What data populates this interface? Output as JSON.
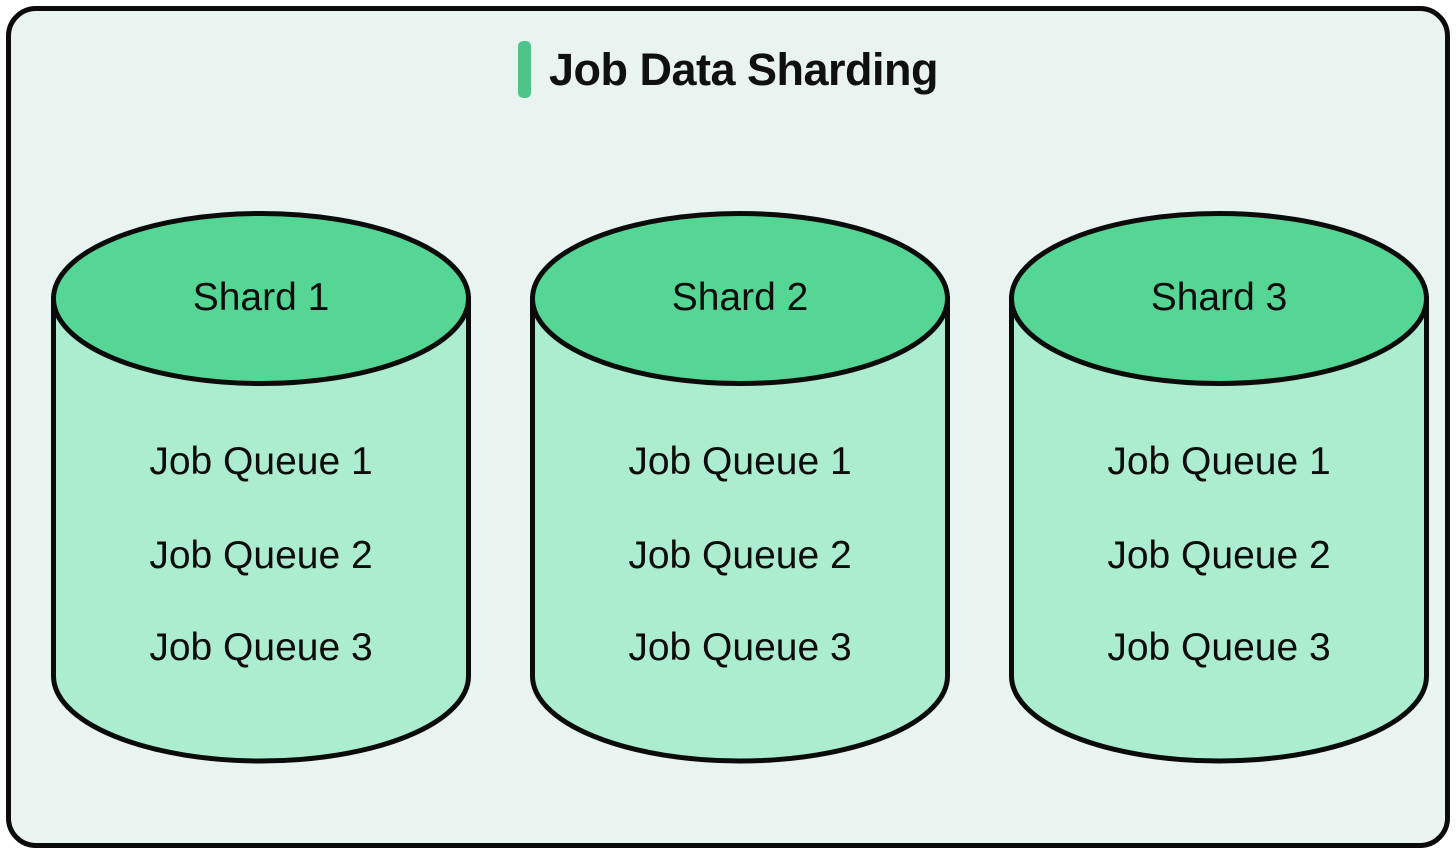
{
  "title": {
    "text": "Job Data Sharding"
  },
  "shards": [
    {
      "name": "Shard 1",
      "queues": [
        "Job Queue 1",
        "Job Queue 2",
        "Job Queue 3"
      ]
    },
    {
      "name": "Shard 2",
      "queues": [
        "Job Queue 1",
        "Job Queue 2",
        "Job Queue 3"
      ]
    },
    {
      "name": "Shard 3",
      "queues": [
        "Job Queue 1",
        "Job Queue 2",
        "Job Queue 3"
      ]
    }
  ],
  "colors": {
    "accent": "#4dc58a",
    "top-fill": "#55d694",
    "body-fill": "#aceccf",
    "canvas-bg": "#e9f4f0",
    "stroke": "#0b0b0b"
  }
}
